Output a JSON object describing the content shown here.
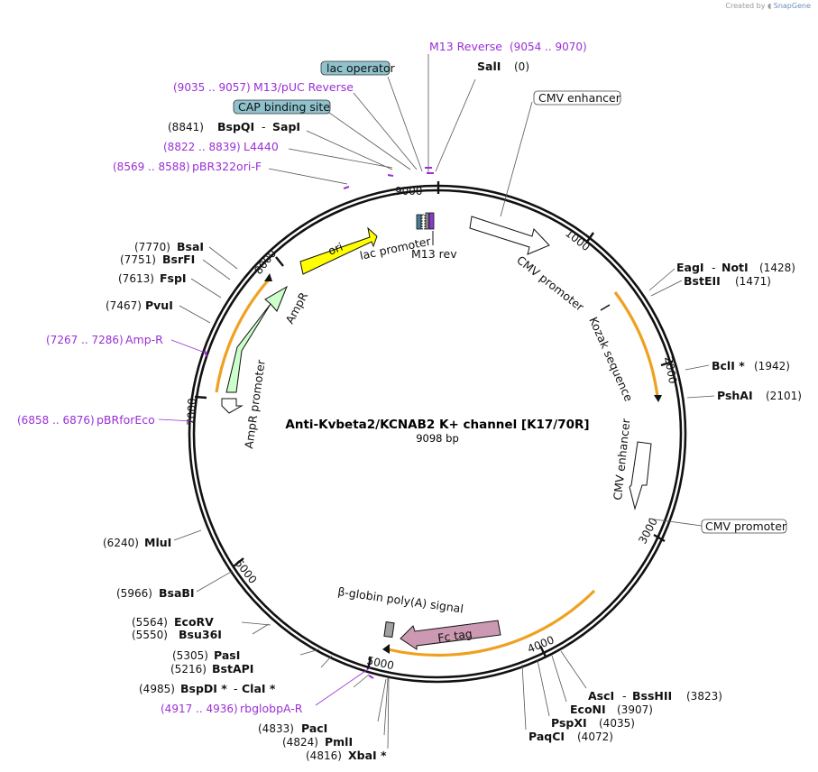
{
  "credit": {
    "prefix": "Created by",
    "brand": "SnapGene"
  },
  "title": "Anti-Kvbeta2/KCNAB2 K+ channel [K17/70R]",
  "length": "9098 bp",
  "colors": {
    "primer": "#9a2fd6",
    "ori": "#ffff00",
    "ampr": "#ccffcc",
    "fc": "#cc99b3",
    "orf": "#f0a020",
    "boxfill": "#8fc2cc"
  },
  "ticks": [
    "1000",
    "2000",
    "3000",
    "4000",
    "5000",
    "6000",
    "7000",
    "8000",
    "9000"
  ],
  "enzymes": {
    "sali": {
      "name": "SalI",
      "pos": "(0)"
    },
    "eagi": {
      "name": "EagI",
      "sep": "-",
      "name2": "NotI",
      "pos": "(1428)"
    },
    "bstEII": {
      "name": "BstEII",
      "pos": "(1471)"
    },
    "bcli": {
      "name": "BclI *",
      "pos": "(1942)"
    },
    "pshai": {
      "name": "PshAI",
      "pos": "(2101)"
    },
    "asci": {
      "name": "AscI",
      "sep": "-",
      "name2": "BssHII",
      "pos": "(3823)"
    },
    "econi": {
      "name": "EcoNI",
      "pos": "(3907)"
    },
    "pspxi": {
      "name": "PspXI",
      "pos": "(4035)"
    },
    "paqci": {
      "name": "PaqCI",
      "pos": "(4072)"
    },
    "xbai": {
      "name": "XbaI *",
      "pos": "(4816)"
    },
    "pmli": {
      "name": "PmlI",
      "pos": "(4824)"
    },
    "paci": {
      "name": "PacI",
      "pos": "(4833)"
    },
    "bspdi": {
      "name": "BspDI *",
      "sep": "-",
      "name2": "ClaI *",
      "pos": "(4985)"
    },
    "bstapi": {
      "name": "BstAPI",
      "pos": "(5216)"
    },
    "pasi": {
      "name": "PasI",
      "pos": "(5305)"
    },
    "bsu36i": {
      "name": "Bsu36I",
      "pos": "(5550)"
    },
    "ecorv": {
      "name": "EcoRV",
      "pos": "(5564)"
    },
    "bsabi": {
      "name": "BsaBI",
      "pos": "(5966)"
    },
    "mlui": {
      "name": "MluI",
      "pos": "(6240)"
    },
    "pvui": {
      "name": "PvuI",
      "pos": "(7467)"
    },
    "fspi": {
      "name": "FspI",
      "pos": "(7613)"
    },
    "bsrfi": {
      "name": "BsrFI",
      "pos": "(7751)"
    },
    "bsai": {
      "name": "BsaI",
      "pos": "(7770)"
    },
    "bspqi": {
      "name": "BspQI",
      "sep": "-",
      "name2": "SapI",
      "pos": "(8841)"
    }
  },
  "primers": {
    "m13rev": {
      "name": "M13 Reverse",
      "range": "(9054 .. 9070)"
    },
    "m13puc": {
      "name": "M13/pUC Reverse",
      "range": "(9035 .. 9057)"
    },
    "l4440": {
      "name": "L4440",
      "range": "(8822 .. 8839)"
    },
    "pbr322": {
      "name": "pBR322ori-F",
      "range": "(8569 .. 8588)"
    },
    "ampr": {
      "name": "Amp-R",
      "range": "(7267 .. 7286)"
    },
    "pbrforeco": {
      "name": "pBRforEco",
      "range": "(6858 .. 6876)"
    },
    "rbglob": {
      "name": "rbglobpA-R",
      "range": "(4917 .. 4936)"
    }
  },
  "boxes": {
    "lacop": "lac operator",
    "cap": "CAP binding site",
    "cmvenh": "CMV enhancer",
    "cmvprom": "CMV promoter"
  },
  "features": {
    "ori": "ori",
    "lacprom": "lac promoter",
    "m13rev": "M13 rev",
    "cmvprom": "CMV promoter",
    "kozak": "Kozak sequence",
    "cmvenh": "CMV enhancer",
    "ampr": "AmpR",
    "amprprom": "AmpR promoter",
    "fctag": "Fc tag",
    "betaglobin": "β-globin poly(A) signal"
  }
}
